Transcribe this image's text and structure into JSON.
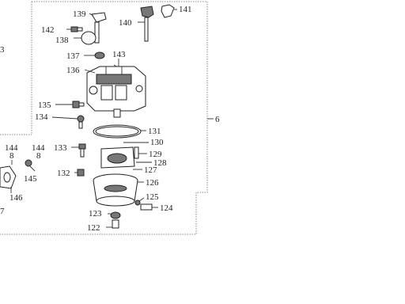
{
  "labels": {
    "l139": "139",
    "l141": "141",
    "l140": "140",
    "l142": "142",
    "l138": "138",
    "l137": "137",
    "l143": "143",
    "l136": "136",
    "l135": "135",
    "l134": "134",
    "l131": "131",
    "l130": "130",
    "l133": "133",
    "l129": "129",
    "l128": "128",
    "l127": "127",
    "l132": "132",
    "l126": "126",
    "l125": "125",
    "l124": "124",
    "l123": "123",
    "l122": "122",
    "l6": "6",
    "l144a": "144",
    "l144a_sub": "8",
    "l144b": "144",
    "l144b_sub": "8",
    "l145": "145",
    "l146": "146",
    "l3": "3",
    "l7": "7"
  }
}
